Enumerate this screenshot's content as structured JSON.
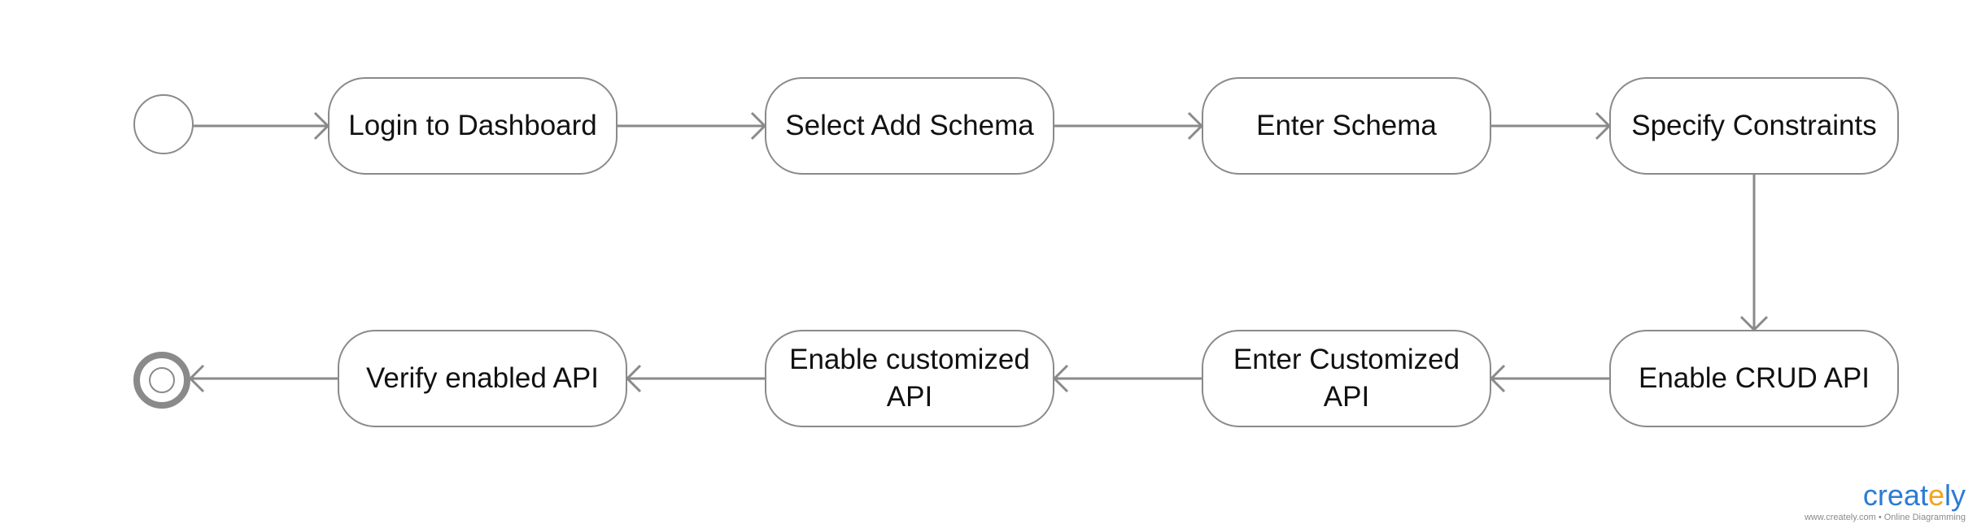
{
  "diagram": {
    "nodes": [
      {
        "id": "login",
        "label": "Login to Dashboard"
      },
      {
        "id": "select-schema",
        "label": "Select Add Schema"
      },
      {
        "id": "enter-schema",
        "label": "Enter Schema"
      },
      {
        "id": "constraints",
        "label": "Specify Constraints"
      },
      {
        "id": "crud",
        "label": "Enable CRUD API"
      },
      {
        "id": "enter-custom",
        "label": "Enter Customized API"
      },
      {
        "id": "enable-custom",
        "label": "Enable customized API"
      },
      {
        "id": "verify",
        "label": "Verify enabled API"
      }
    ],
    "edges": [
      [
        "start",
        "login"
      ],
      [
        "login",
        "select-schema"
      ],
      [
        "select-schema",
        "enter-schema"
      ],
      [
        "enter-schema",
        "constraints"
      ],
      [
        "constraints",
        "crud"
      ],
      [
        "crud",
        "enter-custom"
      ],
      [
        "enter-custom",
        "enable-custom"
      ],
      [
        "enable-custom",
        "verify"
      ],
      [
        "verify",
        "end"
      ]
    ],
    "colors": {
      "stroke": "#8a8a8a",
      "text": "#111111"
    }
  },
  "logo": {
    "word_pre": "creat",
    "word_dot": "e",
    "word_post": "ly",
    "tagline": "www.creately.com • Online Diagramming",
    "colors": {
      "brand": "#2b7bd6",
      "accent": "#f2a41c"
    }
  }
}
